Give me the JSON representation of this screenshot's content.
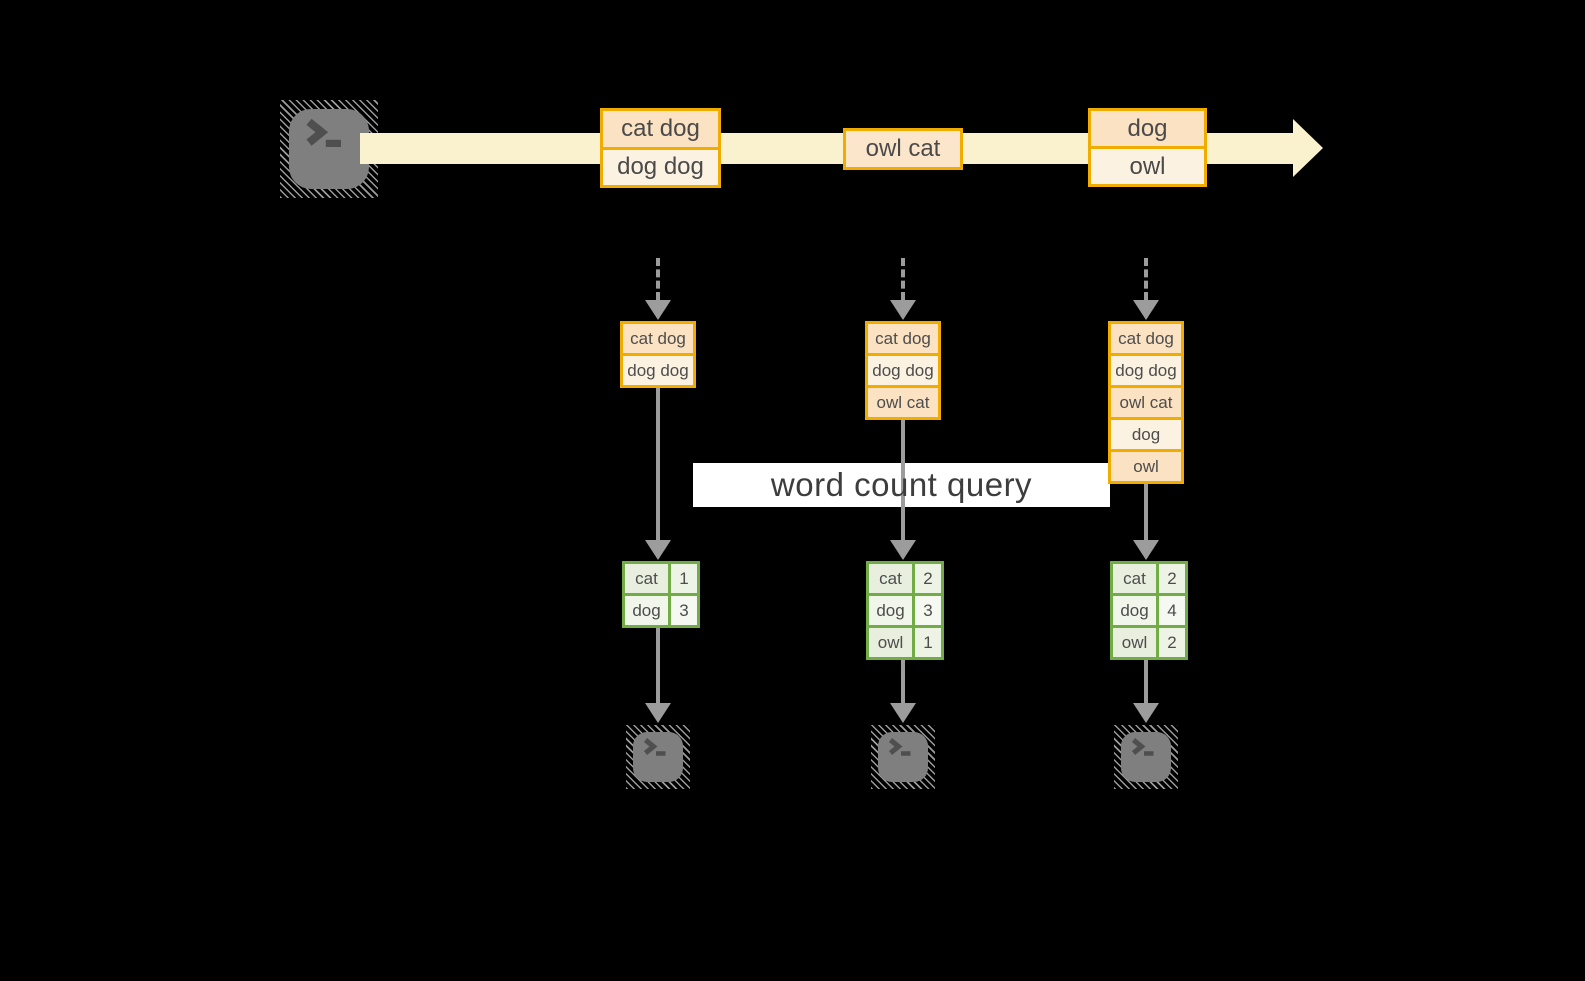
{
  "banner": {
    "label": "word count query"
  },
  "stream": {
    "source_icon": "terminal-icon",
    "messages": [
      {
        "lines": [
          "cat dog",
          "dog dog"
        ]
      },
      {
        "lines": [
          "owl cat"
        ]
      },
      {
        "lines": [
          "dog",
          "owl"
        ]
      }
    ]
  },
  "columns": [
    {
      "buffer": [
        "cat dog",
        "dog dog"
      ],
      "counts": [
        {
          "word": "cat",
          "count": "1"
        },
        {
          "word": "dog",
          "count": "3"
        }
      ]
    },
    {
      "buffer": [
        "cat dog",
        "dog dog",
        "owl cat"
      ],
      "counts": [
        {
          "word": "cat",
          "count": "2"
        },
        {
          "word": "dog",
          "count": "3"
        },
        {
          "word": "owl",
          "count": "1"
        }
      ]
    },
    {
      "buffer": [
        "cat dog",
        "dog dog",
        "owl cat",
        "dog",
        "owl"
      ],
      "counts": [
        {
          "word": "cat",
          "count": "2"
        },
        {
          "word": "dog",
          "count": "4"
        },
        {
          "word": "owl",
          "count": "2"
        }
      ]
    }
  ],
  "colors": {
    "background": "#000000",
    "stream_arrow": "#FAF1CF",
    "box_border": "#F0AD00",
    "box_fill_peach": "#FBE2C2",
    "box_fill_cream": "#FCF2E1",
    "table_border": "#71AC47",
    "table_fill": "#E8EFDF",
    "table_fill_light": "#F0F6EA",
    "connector_gray": "#9C9C9C",
    "terminal_gray": "#7F7F7F",
    "banner_bg": "#FFFFFF",
    "banner_text": "#3D3D3D"
  }
}
